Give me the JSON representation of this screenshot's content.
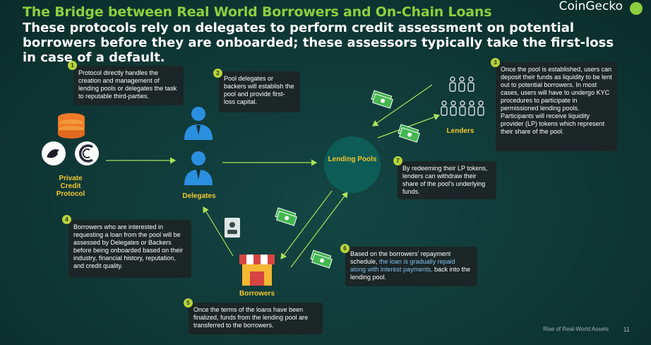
{
  "title": "The Bridge between Real World Borrowers and On-Chain Loans",
  "subtitle": "These protocols rely on delegates to perform credit assessment on potential borrowers before they are onboarded; these assessors typically take the first-loss in case of a default.",
  "brand": "CoinGecko",
  "footer": {
    "text": "Rise of Real-World Assets",
    "page": "11"
  },
  "nodes": {
    "protocol": "Private Credit Protocol",
    "delegates": "Delegates",
    "pool": "Lending Pools",
    "lenders": "Lenders",
    "borrowers": "Borrowers"
  },
  "steps": [
    {
      "num": "1",
      "text": "Protocol directly handles the creation and management of lending pools or delegates the task to reputable third-parties."
    },
    {
      "num": "2",
      "text": "Pool delegates or backers will establish the pool and provide first-loss capital."
    },
    {
      "num": "3",
      "text": "Once the pool is established, users can deposit their funds as liquidity to be lent out to potential borrowers. In most cases, users will have to undergo KYC procedures to participate in permissioned lending pools. Participants will receive liquidity provider (LP) tokens which represent their share of the pool."
    },
    {
      "num": "4",
      "text": "Borrowers who are interested in requesting a loan from the pool will be assessed by Delegates or Backers before being onboarded based on their industry, financial history, reputation, and credit quality."
    },
    {
      "num": "5",
      "text": "Once the terms of the loans have been finalized, funds from the lending pool are transferred to the borrowers."
    },
    {
      "num": "6",
      "text_before": "Based on the borrowers' repayment schedule, ",
      "text_highlight": "the loan is gradually repaid along with interest payments,",
      "text_after": " back into the lending pool."
    },
    {
      "num": "7",
      "text": "By redeeming their LP tokens, lenders can withdraw their share of the pool's underlying funds."
    }
  ],
  "colors": {
    "accent_green": "#8ccf3e",
    "label_yellow": "#f3c72f",
    "box_bg": "#1c2626",
    "highlight": "#7ec0ee",
    "pool": "#0d5c57"
  }
}
